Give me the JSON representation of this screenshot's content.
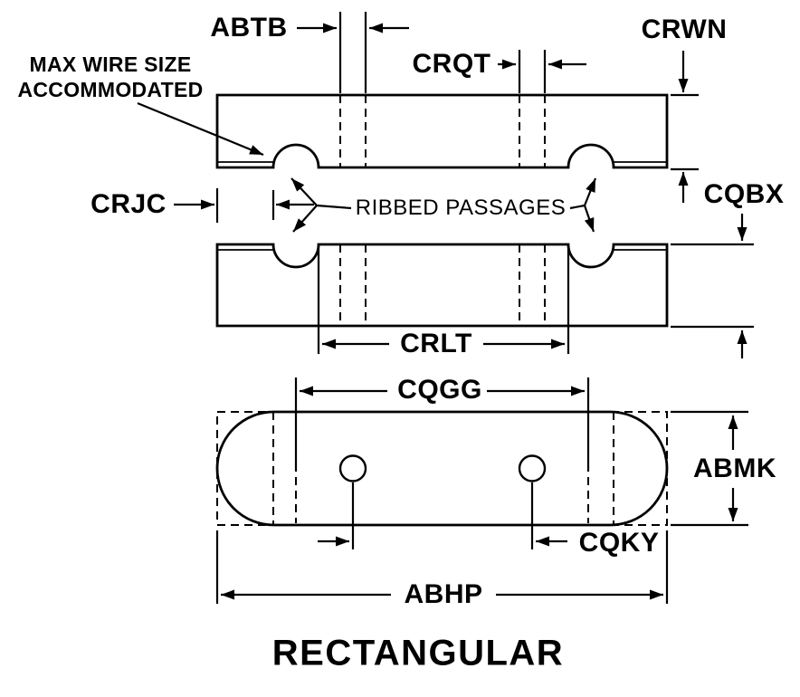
{
  "figure": {
    "title": "RECTANGULAR",
    "callouts": {
      "max_wire_size_line1": "MAX WIRE SIZE",
      "max_wire_size_line2": "ACCOMMODATED",
      "ribbed_passages": "RIBBED PASSAGES"
    },
    "dimension_labels": {
      "abtb": "ABTB",
      "crwn": "CRWN",
      "crqt": "CRQT",
      "crjc": "CRJC",
      "cqbx": "CQBX",
      "crlt": "CRLT",
      "cqgg": "CQGG",
      "abmk": "ABMK",
      "cqky": "CQKY",
      "abhp": "ABHP"
    },
    "colors": {
      "line": "#000000",
      "background": "#ffffff"
    }
  }
}
